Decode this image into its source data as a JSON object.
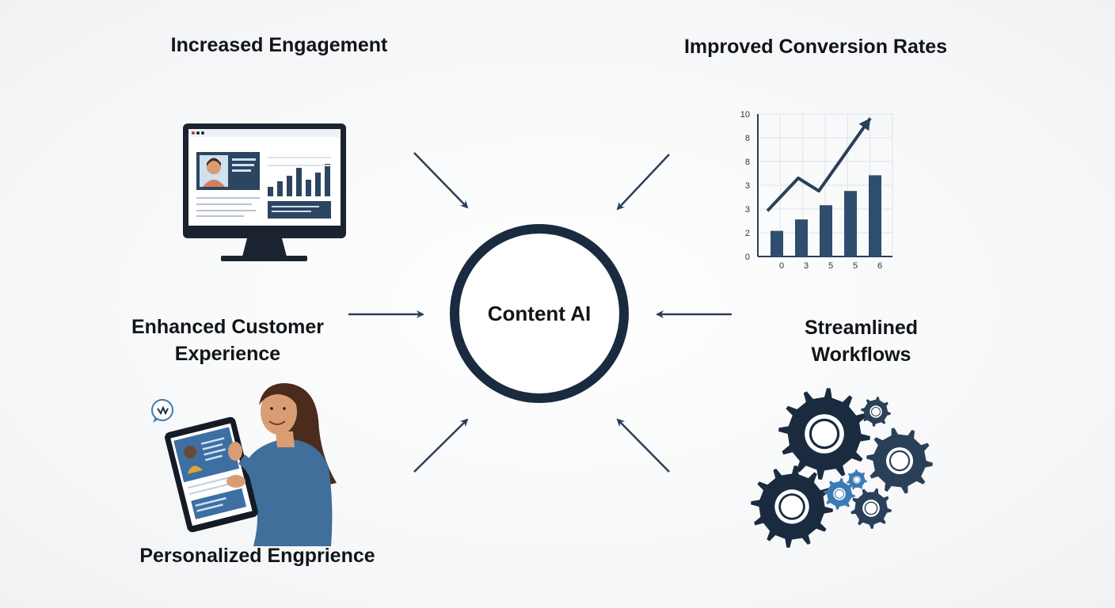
{
  "center": {
    "label": "Content AI"
  },
  "nodes": {
    "engagement": {
      "label": "Increased Engagement"
    },
    "conversion": {
      "label": "Improved Conversion Rates"
    },
    "customer_experience": {
      "line1": "Enhanced Customer",
      "line2": "Experience"
    },
    "workflows": {
      "line1": "Streamlined",
      "line2": "Workflows"
    },
    "personalized": {
      "label": "Personalized Engprience"
    }
  },
  "mini_chart": {
    "y_ticks": [
      "10",
      "8",
      "8",
      "3",
      "3",
      "2",
      "0"
    ],
    "x_ticks": [
      "0",
      "3",
      "5",
      "5",
      "6"
    ],
    "bars": [
      0.18,
      0.26,
      0.36,
      0.46,
      0.57
    ],
    "trend": [
      [
        0,
        0.32
      ],
      [
        0.3,
        0.55
      ],
      [
        0.5,
        0.46
      ],
      [
        1.0,
        0.97
      ]
    ]
  },
  "colors": {
    "primary": "#1b2b3f",
    "accent": "#2f4e6e",
    "light_blue": "#3b7bb4",
    "skin": "#d99d74",
    "hair": "#4a2b1c"
  }
}
